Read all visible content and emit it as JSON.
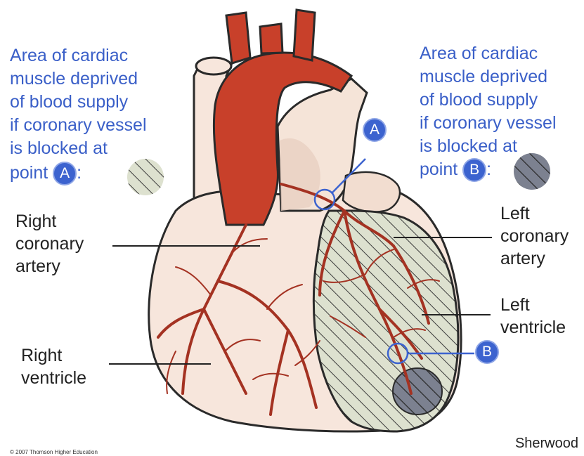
{
  "left_caption": {
    "lines": [
      "Area of cardiac",
      "muscle deprived",
      "of blood supply",
      "if coronary vessel",
      "is blocked at"
    ],
    "point_word": "point",
    "marker": "A",
    "colon": ":"
  },
  "right_caption": {
    "lines": [
      "Area of cardiac",
      "muscle deprived",
      "of blood supply",
      "if coronary vessel",
      "is blocked at"
    ],
    "point_word": "point",
    "marker": "B",
    "colon": ":"
  },
  "labels": {
    "right_coronary_artery": [
      "Right",
      "coronary",
      "artery"
    ],
    "left_coronary_artery": [
      "Left",
      "coronary",
      "artery"
    ],
    "left_ventricle": [
      "Left",
      "ventricle"
    ],
    "right_ventricle": [
      "Right",
      "ventricle"
    ]
  },
  "point_markers": {
    "a": "A",
    "b": "B"
  },
  "copyright": "© 2007 Thomson Higher Education",
  "credit": "Sherwood",
  "colors": {
    "caption_blue": "#3a5fc8",
    "marker_blue": "#3c63cf",
    "heart_fill": "#f7e6dc",
    "vessel_red": "#c8402a",
    "hatched_area": "#d8dcc8",
    "dark_area": "#7a7f8e"
  }
}
